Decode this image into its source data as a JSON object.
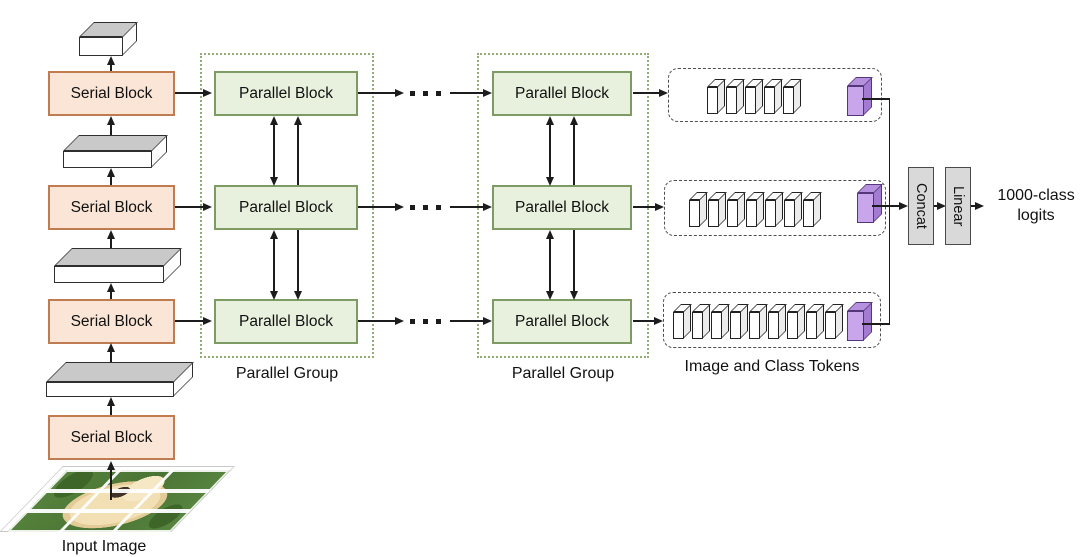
{
  "figure": {
    "serial_blocks": [
      "Serial Block",
      "Serial Block",
      "Serial Block",
      "Serial Block"
    ],
    "parallel_groups": [
      {
        "caption": "Parallel Group",
        "blocks": [
          "Parallel Block",
          "Parallel Block",
          "Parallel Block"
        ]
      },
      {
        "caption": "Parallel Group",
        "blocks": [
          "Parallel Block",
          "Parallel Block",
          "Parallel Block"
        ]
      }
    ],
    "token_section": {
      "caption": "Image and Class Tokens",
      "rows": [
        {
          "image_tokens": 5,
          "class_tokens": 1
        },
        {
          "image_tokens": 7,
          "class_tokens": 1
        },
        {
          "image_tokens": 9,
          "class_tokens": 1
        }
      ]
    },
    "head": {
      "concat": "Concat",
      "linear": "Linear",
      "output": "1000-class logits"
    },
    "input_caption": "Input Image",
    "icons": {
      "ellipsis": "three-dots",
      "flow_arrow": "solid-black-arrowhead",
      "bidirectional_arrow": "double-headed-vertical-arrow",
      "image_token": "white-3d-slab",
      "class_token": "purple-3d-slab",
      "feature_map": "gray-3d-slab"
    },
    "colors": {
      "serial_block_fill": "#fbe5d6",
      "serial_block_stroke": "#bf7c50",
      "parallel_block_fill": "#e8f1de",
      "parallel_block_stroke": "#7d9b63",
      "group_border": "#93ac74",
      "class_token_fill": "#c9a5ec",
      "head_box_fill": "#d9d9d9",
      "line_color": "#1c1c1c"
    }
  }
}
